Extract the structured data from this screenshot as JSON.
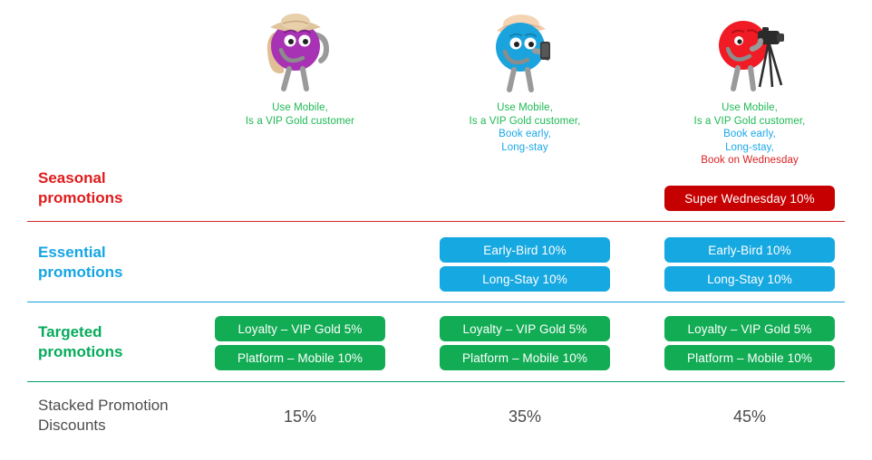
{
  "columns": [
    {
      "id": "col-purple",
      "avatar_name": "purple-traveler-with-hat-avatar",
      "avatar_color": "#a832b4",
      "caption_lines": [
        {
          "text": "Use Mobile,",
          "color": "green"
        },
        {
          "text": "Is a VIP Gold customer",
          "color": "green"
        }
      ],
      "seasonal": [],
      "essential": [],
      "targeted": [
        "Loyalty – VIP Gold 5%",
        "Platform – Mobile 10%"
      ],
      "total": "15%"
    },
    {
      "id": "col-blue",
      "avatar_name": "blue-traveler-with-phone-avatar",
      "avatar_color": "#1ba3dd",
      "caption_lines": [
        {
          "text": "Use Mobile,",
          "color": "green"
        },
        {
          "text": "Is a VIP Gold customer,",
          "color": "green"
        },
        {
          "text": "Book early,",
          "color": "blue"
        },
        {
          "text": "Long-stay",
          "color": "blue"
        }
      ],
      "seasonal": [],
      "essential": [
        "Early-Bird 10%",
        "Long-Stay 10%"
      ],
      "targeted": [
        "Loyalty – VIP Gold 5%",
        "Platform – Mobile 10%"
      ],
      "total": "35%"
    },
    {
      "id": "col-red",
      "avatar_name": "red-traveler-with-camera-avatar",
      "avatar_color": "#f01b24",
      "caption_lines": [
        {
          "text": "Use Mobile,",
          "color": "green"
        },
        {
          "text": "Is a VIP Gold customer,",
          "color": "green"
        },
        {
          "text": "Book early,",
          "color": "blue"
        },
        {
          "text": "Long-stay,",
          "color": "blue"
        },
        {
          "text": "Book on Wednesday",
          "color": "red"
        }
      ],
      "seasonal": [
        "Super Wednesday 10%"
      ],
      "essential": [
        "Early-Bird 10%",
        "Long-Stay 10%"
      ],
      "targeted": [
        "Loyalty – VIP Gold 5%",
        "Platform – Mobile 10%"
      ],
      "total": "45%"
    }
  ],
  "rows": {
    "seasonal": {
      "line1": "Seasonal",
      "line2": "promotions"
    },
    "essential": {
      "line1": "Essential",
      "line2": "promotions"
    },
    "targeted": {
      "line1": "Targeted",
      "line2": "promotions"
    },
    "stacked": {
      "line1": "Stacked Promotion",
      "line2": "Discounts"
    }
  },
  "colors": {
    "seasonal": "#e01b1b",
    "seasonal_badge": "#c60000",
    "essential": "#15a5e4",
    "essential_badge": "#16a8e0",
    "targeted": "#06ab5b",
    "targeted_badge": "#12ac54",
    "stacked_label": "#4d4d4d",
    "divider_red": "#d32b2b",
    "divider_blue": "#14a0dd",
    "divider_green": "#00a263"
  }
}
